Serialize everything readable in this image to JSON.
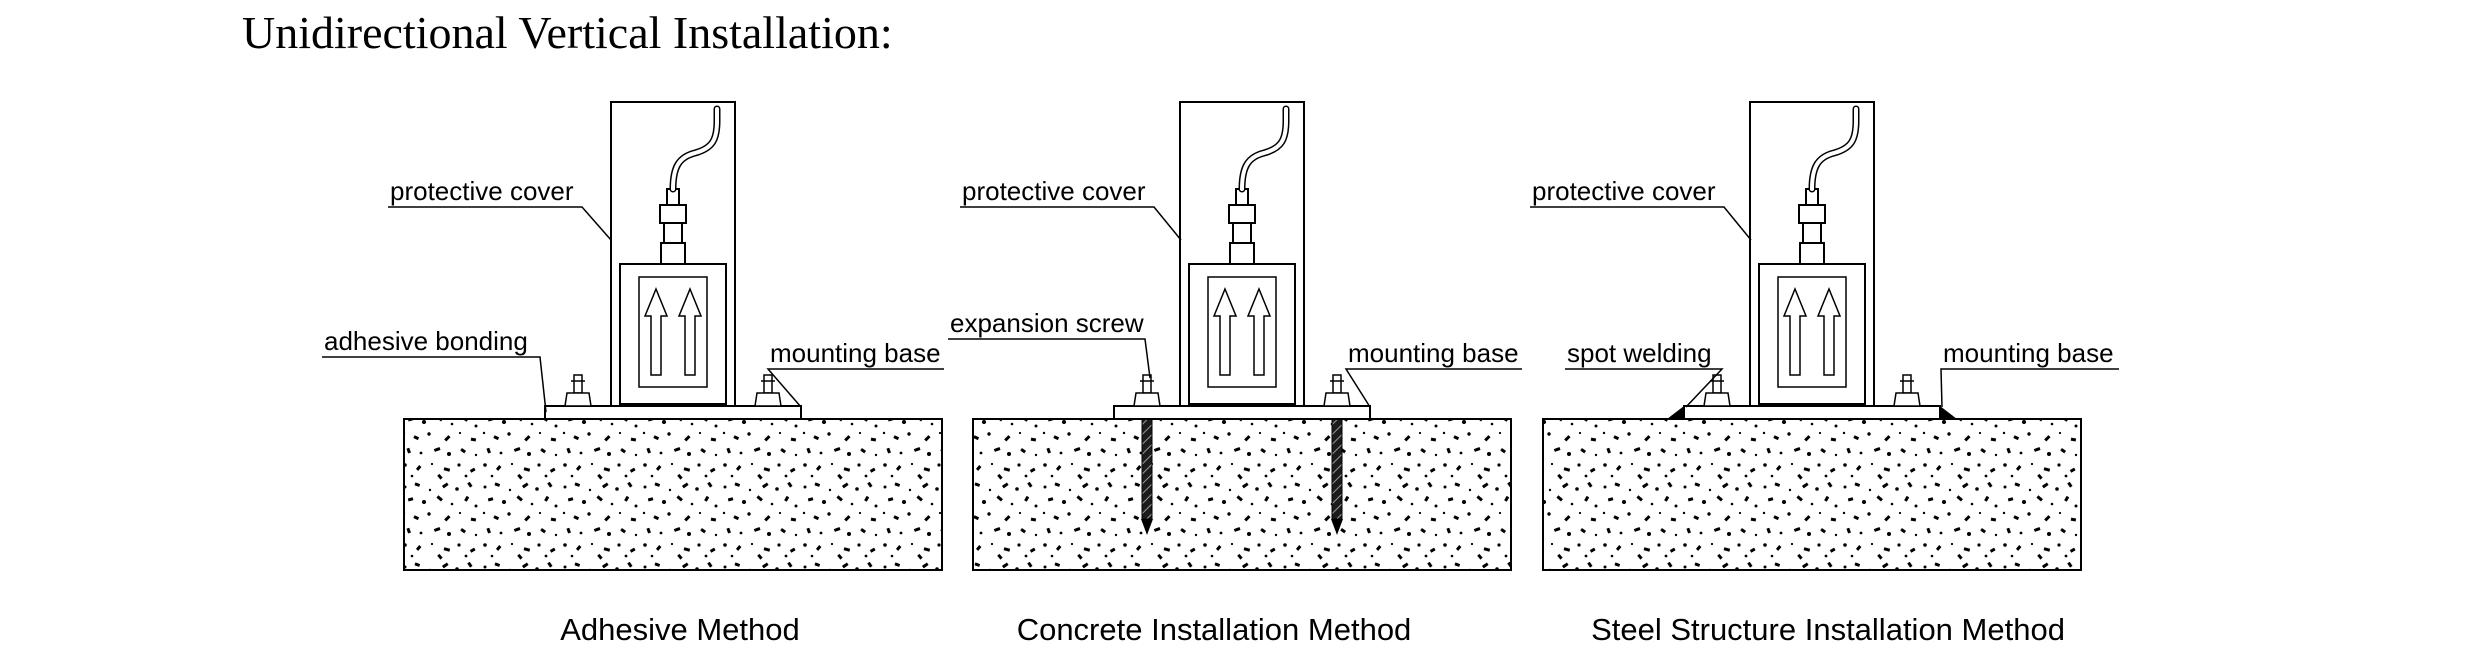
{
  "title": "Unidirectional Vertical Installation:",
  "colors": {
    "line": "#000000",
    "arrow": "#c4dc28",
    "background": "#ffffff"
  },
  "diagrams": [
    {
      "id": "adhesive",
      "caption": "Adhesive Method",
      "labels": {
        "protective_cover": "protective cover",
        "method": "adhesive bonding",
        "mounting_base": "mounting base"
      }
    },
    {
      "id": "concrete",
      "caption": "Concrete Installation Method",
      "labels": {
        "protective_cover": "protective cover",
        "method": "expansion screw",
        "mounting_base": "mounting base"
      }
    },
    {
      "id": "steel",
      "caption": "Steel Structure Installation Method",
      "labels": {
        "protective_cover": "protective cover",
        "method": "spot welding",
        "mounting_base": "mounting base"
      }
    }
  ]
}
